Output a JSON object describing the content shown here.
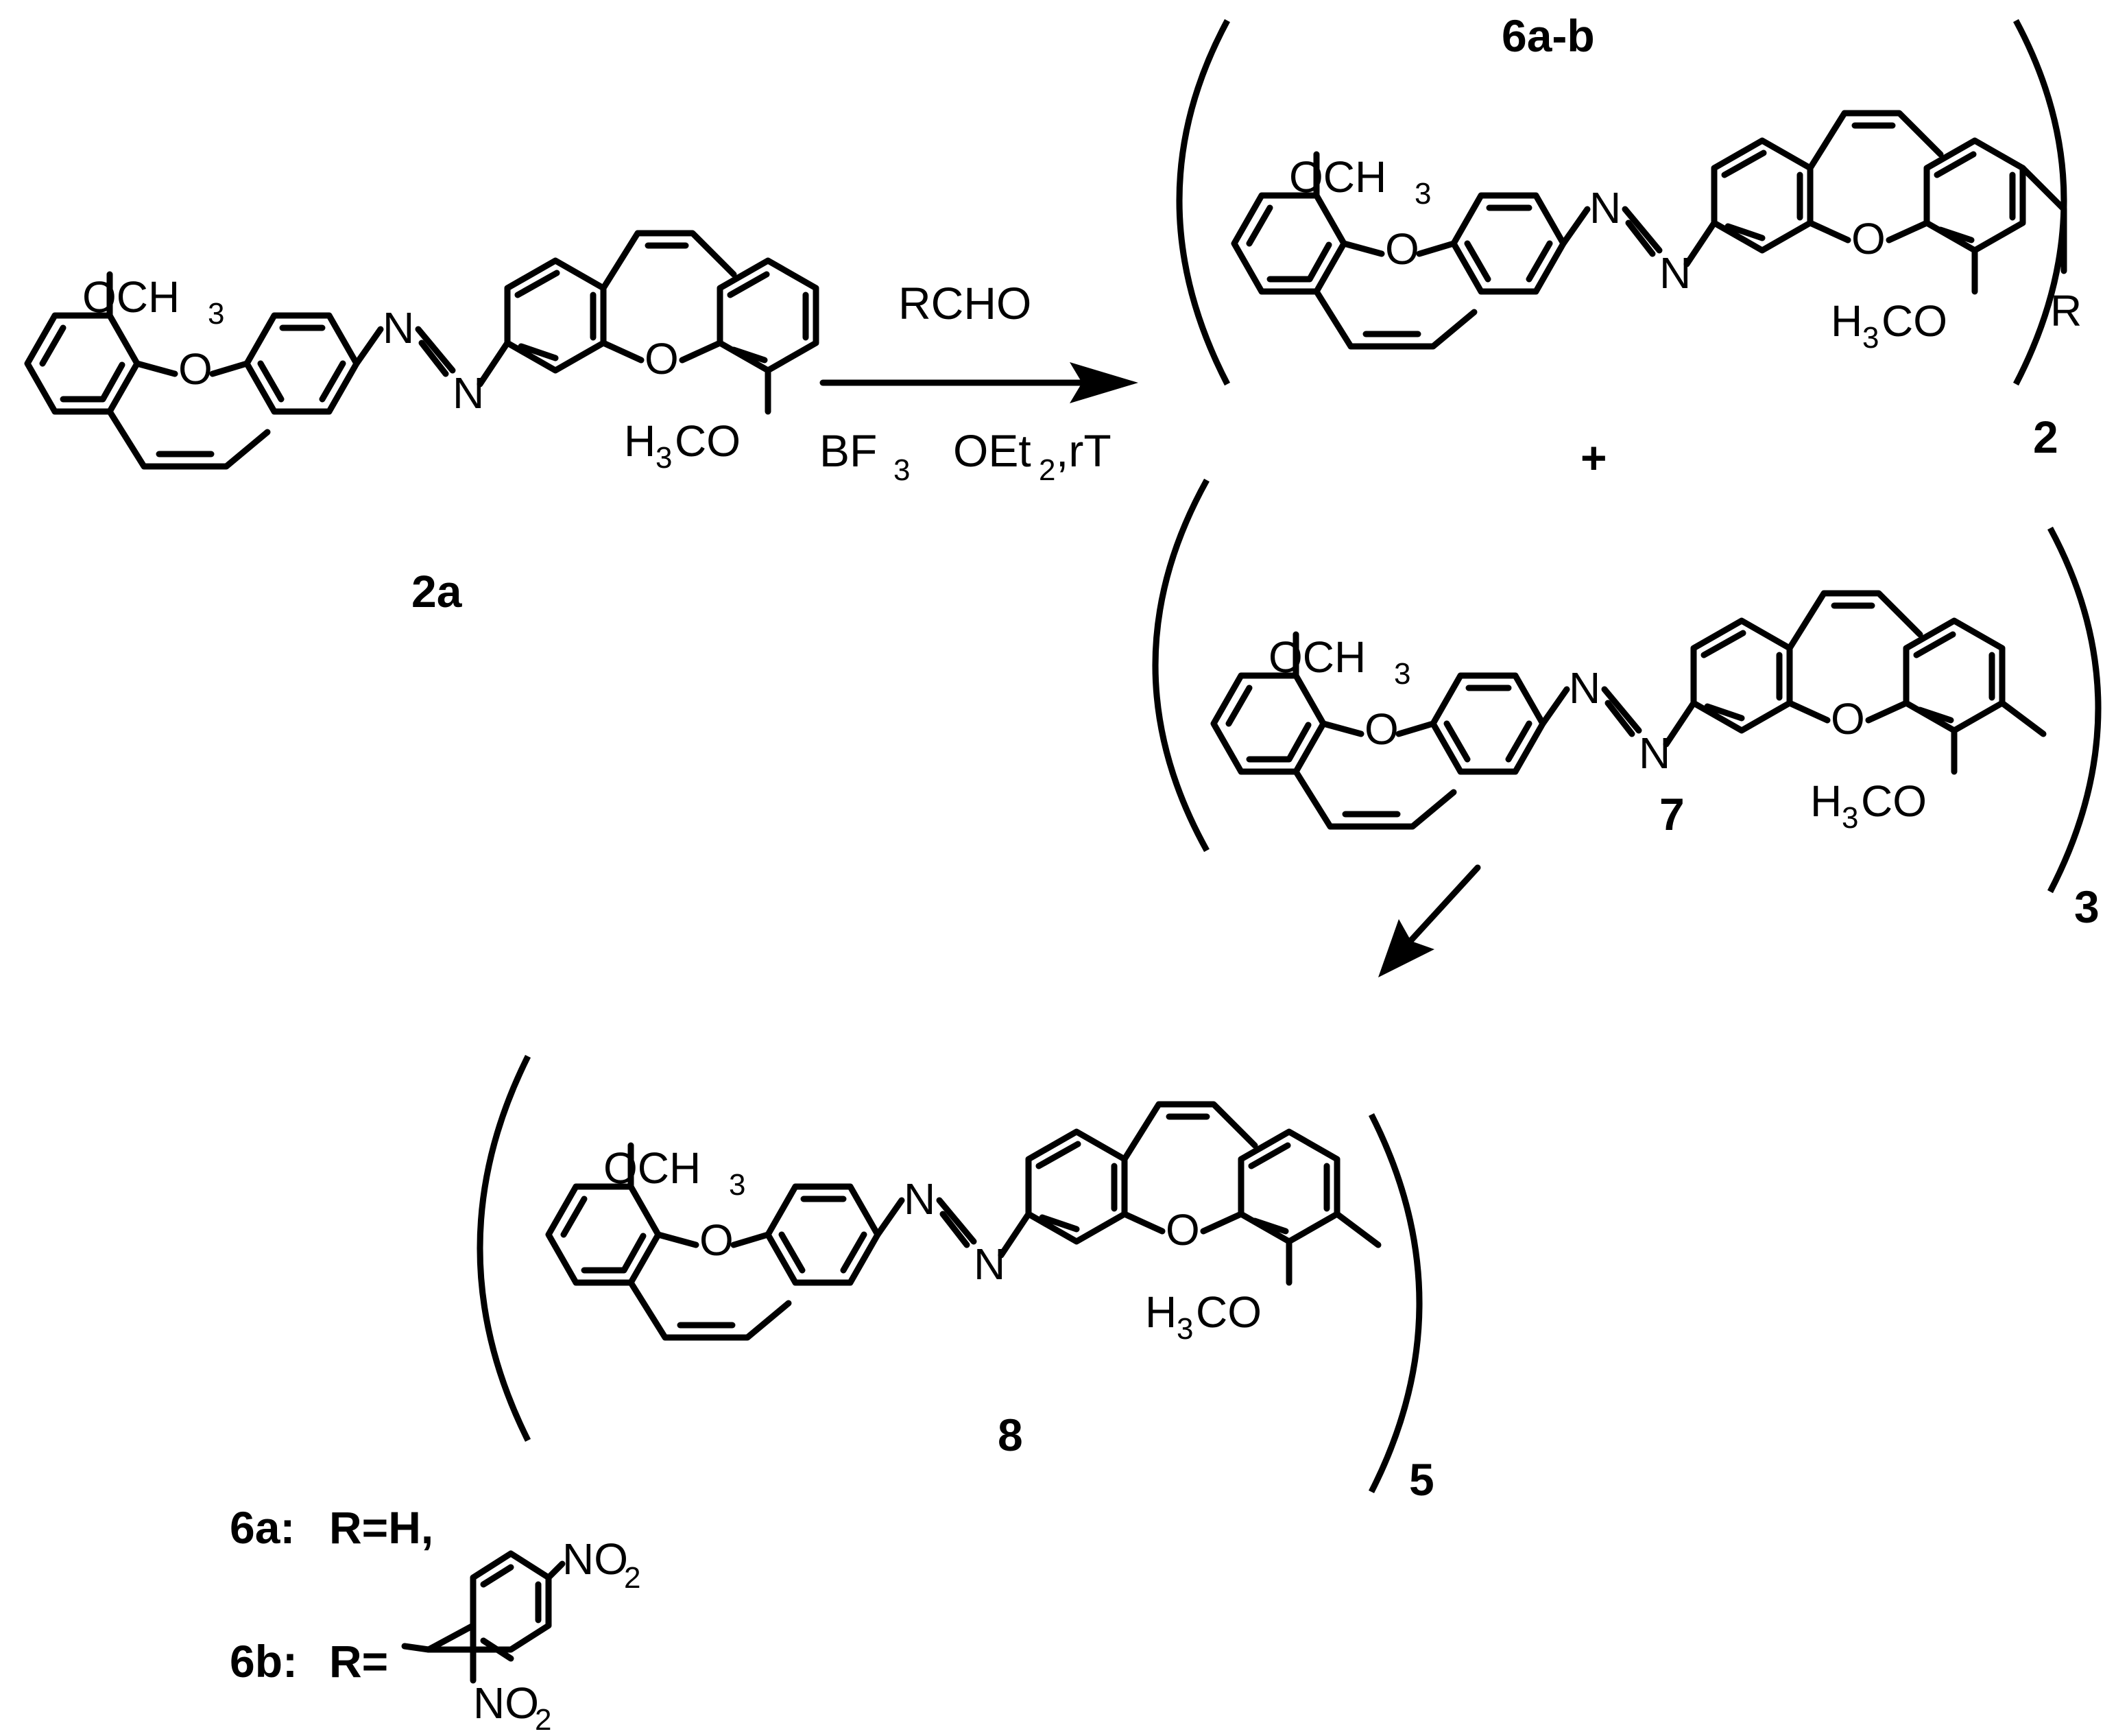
{
  "atoms": {
    "methoxy_top": "OCH",
    "methoxy_top_sub": "3",
    "ring_oxygen": "O",
    "nitrogen": "N",
    "methoxy_bottom_h": "H",
    "methoxy_bottom_sub": "3",
    "methoxy_bottom_rest": "CO",
    "r_group": "R"
  },
  "reagents": {
    "above_arrow": "RCHO",
    "below_left": "BF",
    "below_left_sub": "3",
    "below_right": "OEt",
    "below_right_sub": "2",
    "below_right_tail": ",rT"
  },
  "labels": {
    "compound_2a": "2a",
    "compound_6ab": "6a-b",
    "compound_7": "7",
    "compound_8": "8",
    "plus": "+",
    "repeat_6": "2",
    "repeat_7": "3",
    "repeat_8": "5"
  },
  "legend": {
    "line1_prefix": "6a:",
    "line1_text": "R=H,",
    "line2_prefix": "6b:",
    "line2_text": "R=",
    "nitro": "NO",
    "nitro_sub": "2"
  }
}
